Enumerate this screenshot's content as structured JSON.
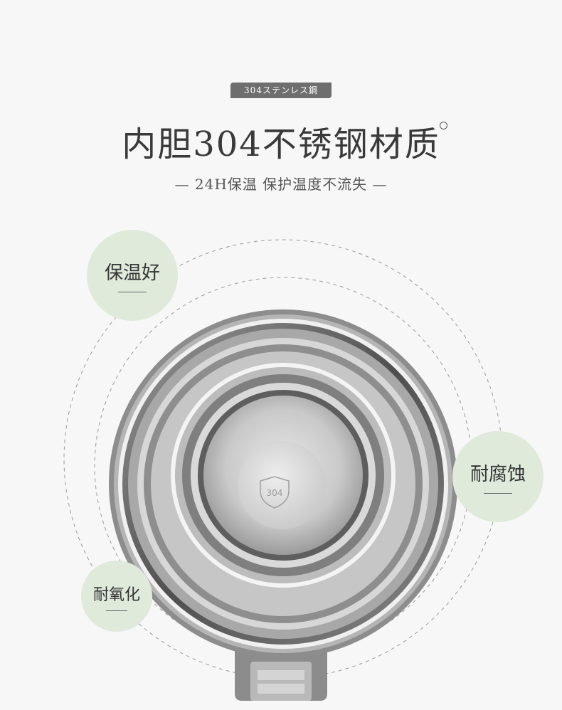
{
  "badge": {
    "label": "304ステンレス鋼"
  },
  "title": "内胆304不锈钢材质",
  "subtitle": "— 24H保温  保护温度不流失 —",
  "emblem": {
    "text": "304"
  },
  "features": [
    {
      "label": "保温好"
    },
    {
      "label": "耐腐蚀"
    },
    {
      "label": "耐氧化"
    }
  ],
  "colors": {
    "background": "#f7f7f7",
    "bubble": "#dfeadb",
    "badge": "#6e6e6e"
  }
}
